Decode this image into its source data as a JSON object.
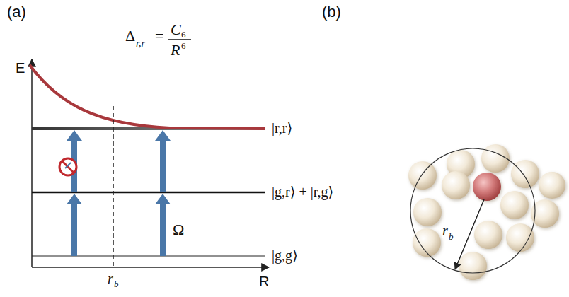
{
  "diagram": {
    "labels": [
      "(a)",
      "(b)",
      "E",
      "Δ",
      "r,r",
      "=",
      "C",
      "6",
      "R",
      "6",
      "|r,r⟩",
      "|g,r⟩ + |r,g⟩",
      "Ω",
      "|g,g⟩",
      "r",
      "b",
      "R",
      "r",
      "b"
    ]
  }
}
